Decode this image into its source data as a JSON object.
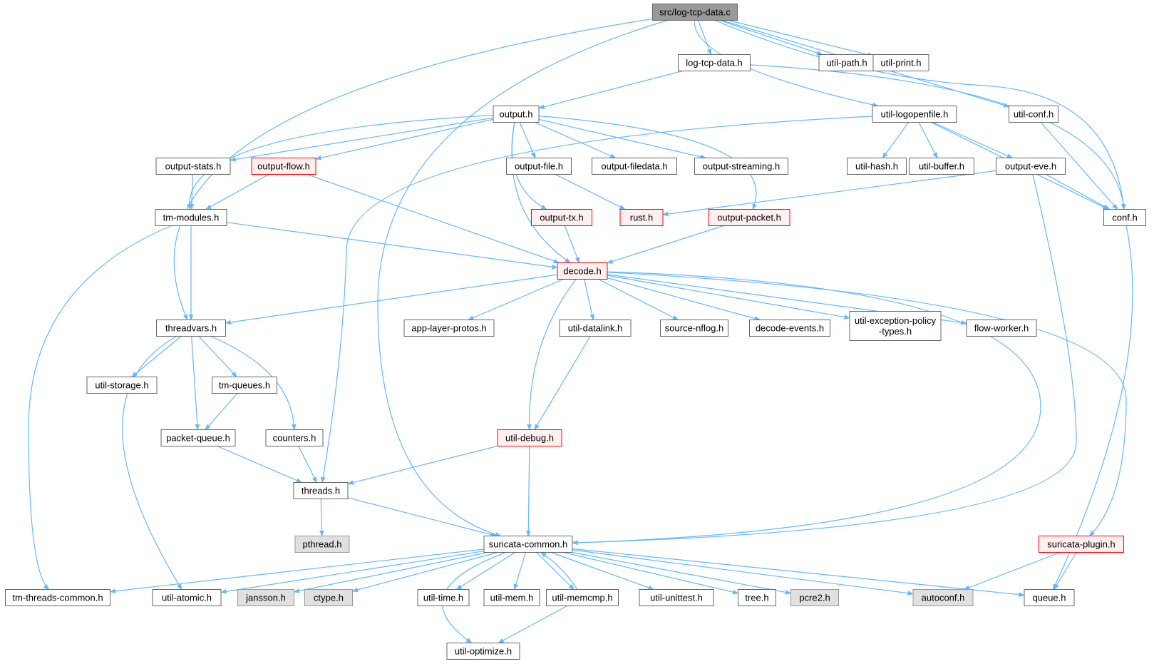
{
  "diagram": {
    "colors": {
      "edge": "#63b8ff",
      "root_fill": "#999999",
      "node_border": "#666666",
      "linked_border": "#ff0000",
      "linked_fill": "#fff0f0",
      "system_fill": "#e0e0e0"
    },
    "nodes": [
      {
        "id": "root",
        "label": "src/log-tcp-data.c",
        "style": "root"
      },
      {
        "id": "logtcp",
        "label": "log-tcp-data.h",
        "style": "normal"
      },
      {
        "id": "upath",
        "label": "util-path.h",
        "style": "normal"
      },
      {
        "id": "uprint",
        "label": "util-print.h",
        "style": "normal"
      },
      {
        "id": "output",
        "label": "output.h",
        "style": "normal"
      },
      {
        "id": "ulogopen",
        "label": "util-logopenfile.h",
        "style": "normal"
      },
      {
        "id": "uconf",
        "label": "util-conf.h",
        "style": "normal"
      },
      {
        "id": "ostats",
        "label": "output-stats.h",
        "style": "normal"
      },
      {
        "id": "oflow",
        "label": "output-flow.h",
        "style": "linked"
      },
      {
        "id": "ofile",
        "label": "output-file.h",
        "style": "normal"
      },
      {
        "id": "ofiledata",
        "label": "output-filedata.h",
        "style": "normal"
      },
      {
        "id": "ostream",
        "label": "output-streaming.h",
        "style": "normal"
      },
      {
        "id": "uhash",
        "label": "util-hash.h",
        "style": "normal"
      },
      {
        "id": "ubuffer",
        "label": "util-buffer.h",
        "style": "normal"
      },
      {
        "id": "oeve",
        "label": "output-eve.h",
        "style": "normal"
      },
      {
        "id": "tmmod",
        "label": "tm-modules.h",
        "style": "normal"
      },
      {
        "id": "otx",
        "label": "output-tx.h",
        "style": "linked"
      },
      {
        "id": "rust",
        "label": "rust.h",
        "style": "linked"
      },
      {
        "id": "opacket",
        "label": "output-packet.h",
        "style": "linked"
      },
      {
        "id": "conf",
        "label": "conf.h",
        "style": "normal"
      },
      {
        "id": "decode",
        "label": "decode.h",
        "style": "linked"
      },
      {
        "id": "threadvars",
        "label": "threadvars.h",
        "style": "normal"
      },
      {
        "id": "alproto",
        "label": "app-layer-protos.h",
        "style": "normal"
      },
      {
        "id": "udatalink",
        "label": "util-datalink.h",
        "style": "normal"
      },
      {
        "id": "snflog",
        "label": "source-nflog.h",
        "style": "normal"
      },
      {
        "id": "devents",
        "label": "decode-events.h",
        "style": "normal"
      },
      {
        "id": "uexcept",
        "label": "util-exception-policy\n-types.h",
        "style": "normal"
      },
      {
        "id": "fworker",
        "label": "flow-worker.h",
        "style": "normal"
      },
      {
        "id": "ustorage",
        "label": "util-storage.h",
        "style": "normal"
      },
      {
        "id": "tmqueues",
        "label": "tm-queues.h",
        "style": "normal"
      },
      {
        "id": "pktqueue",
        "label": "packet-queue.h",
        "style": "normal"
      },
      {
        "id": "counters",
        "label": "counters.h",
        "style": "normal"
      },
      {
        "id": "udebug",
        "label": "util-debug.h",
        "style": "linked"
      },
      {
        "id": "threads",
        "label": "threads.h",
        "style": "normal"
      },
      {
        "id": "pthread",
        "label": "pthread.h",
        "style": "system"
      },
      {
        "id": "scommon",
        "label": "suricata-common.h",
        "style": "normal"
      },
      {
        "id": "splugin",
        "label": "suricata-plugin.h",
        "style": "linked"
      },
      {
        "id": "tmthreads",
        "label": "tm-threads-common.h",
        "style": "normal"
      },
      {
        "id": "uatomic",
        "label": "util-atomic.h",
        "style": "normal"
      },
      {
        "id": "jansson",
        "label": "jansson.h",
        "style": "system"
      },
      {
        "id": "ctype",
        "label": "ctype.h",
        "style": "system"
      },
      {
        "id": "utime",
        "label": "util-time.h",
        "style": "normal"
      },
      {
        "id": "umem",
        "label": "util-mem.h",
        "style": "normal"
      },
      {
        "id": "umemcmp",
        "label": "util-memcmp.h",
        "style": "normal"
      },
      {
        "id": "uunittest",
        "label": "util-unittest.h",
        "style": "normal"
      },
      {
        "id": "tree",
        "label": "tree.h",
        "style": "normal"
      },
      {
        "id": "pcre2",
        "label": "pcre2.h",
        "style": "system"
      },
      {
        "id": "autoconf",
        "label": "autoconf.h",
        "style": "system"
      },
      {
        "id": "queue",
        "label": "queue.h",
        "style": "normal"
      },
      {
        "id": "uoptimize",
        "label": "util-optimize.h",
        "style": "normal"
      }
    ],
    "edges": [
      [
        "root",
        "logtcp"
      ],
      [
        "root",
        "upath"
      ],
      [
        "root",
        "uprint"
      ],
      [
        "root",
        "ulogopen"
      ],
      [
        "root",
        "uconf"
      ],
      [
        "root",
        "threadvars"
      ],
      [
        "root",
        "scommon"
      ],
      [
        "root",
        "conf"
      ],
      [
        "logtcp",
        "output"
      ],
      [
        "logtcp",
        "conf"
      ],
      [
        "output",
        "ostats"
      ],
      [
        "output",
        "oflow"
      ],
      [
        "output",
        "ofile"
      ],
      [
        "output",
        "ofiledata"
      ],
      [
        "output",
        "ostream"
      ],
      [
        "output",
        "tmmod"
      ],
      [
        "output",
        "otx"
      ],
      [
        "output",
        "opacket"
      ],
      [
        "output",
        "decode"
      ],
      [
        "ulogopen",
        "uhash"
      ],
      [
        "ulogopen",
        "ubuffer"
      ],
      [
        "ulogopen",
        "oeve"
      ],
      [
        "ulogopen",
        "conf"
      ],
      [
        "ulogopen",
        "threads"
      ],
      [
        "uconf",
        "conf"
      ],
      [
        "ostats",
        "tmmod"
      ],
      [
        "oflow",
        "tmmod"
      ],
      [
        "oflow",
        "decode"
      ],
      [
        "ofile",
        "rust"
      ],
      [
        "oeve",
        "rust"
      ],
      [
        "oeve",
        "conf"
      ],
      [
        "oeve",
        "scommon"
      ],
      [
        "otx",
        "decode"
      ],
      [
        "opacket",
        "decode"
      ],
      [
        "tmmod",
        "threadvars"
      ],
      [
        "tmmod",
        "decode"
      ],
      [
        "tmmod",
        "tmthreads"
      ],
      [
        "conf",
        "queue"
      ],
      [
        "decode",
        "threadvars"
      ],
      [
        "decode",
        "alproto"
      ],
      [
        "decode",
        "udatalink"
      ],
      [
        "decode",
        "snflog"
      ],
      [
        "decode",
        "devents"
      ],
      [
        "decode",
        "uexcept"
      ],
      [
        "decode",
        "fworker"
      ],
      [
        "decode",
        "udebug"
      ],
      [
        "decode",
        "scommon"
      ],
      [
        "decode",
        "splugin"
      ],
      [
        "threadvars",
        "ustorage"
      ],
      [
        "threadvars",
        "tmqueues"
      ],
      [
        "threadvars",
        "pktqueue"
      ],
      [
        "threadvars",
        "counters"
      ],
      [
        "threadvars",
        "uatomic"
      ],
      [
        "tmqueues",
        "pktqueue"
      ],
      [
        "pktqueue",
        "threads"
      ],
      [
        "counters",
        "threads"
      ],
      [
        "udatalink",
        "udebug"
      ],
      [
        "udebug",
        "threads"
      ],
      [
        "udebug",
        "scommon"
      ],
      [
        "threads",
        "pthread"
      ],
      [
        "threads",
        "scommon"
      ],
      [
        "splugin",
        "autoconf"
      ],
      [
        "splugin",
        "queue"
      ],
      [
        "scommon",
        "tmthreads"
      ],
      [
        "scommon",
        "uatomic"
      ],
      [
        "scommon",
        "jansson"
      ],
      [
        "scommon",
        "ctype"
      ],
      [
        "scommon",
        "utime"
      ],
      [
        "scommon",
        "umem"
      ],
      [
        "scommon",
        "umemcmp"
      ],
      [
        "scommon",
        "uunittest"
      ],
      [
        "scommon",
        "tree"
      ],
      [
        "scommon",
        "pcre2"
      ],
      [
        "scommon",
        "autoconf"
      ],
      [
        "scommon",
        "queue"
      ],
      [
        "scommon",
        "uoptimize"
      ],
      [
        "umemcmp",
        "scommon"
      ],
      [
        "umemcmp",
        "uoptimize"
      ]
    ]
  }
}
